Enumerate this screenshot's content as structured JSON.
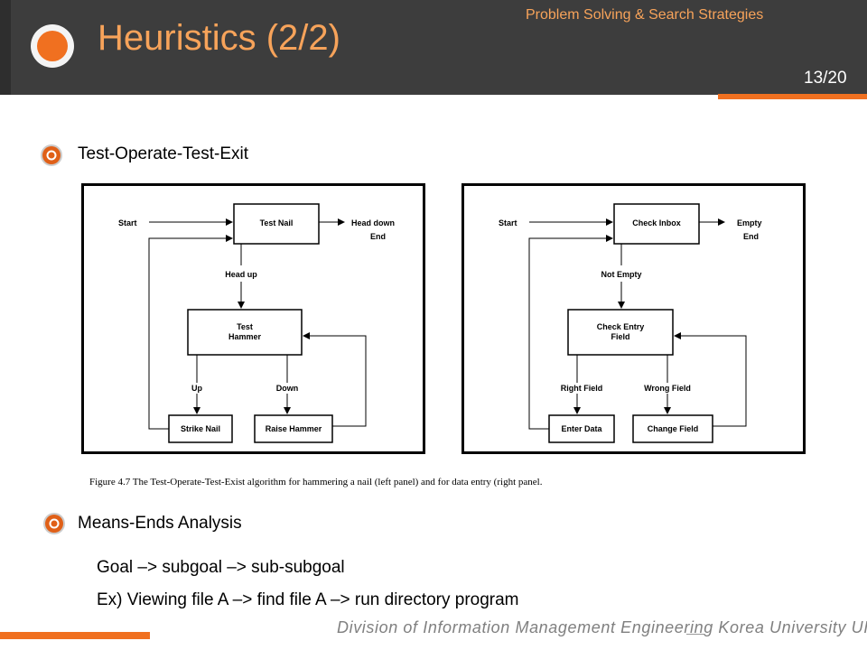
{
  "header": {
    "course": "Problem Solving & Search Strategies",
    "title": "Heuristics (2/2)",
    "page": "13/20",
    "accent_color": "#f07020",
    "title_color": "#f7a35a"
  },
  "section1": {
    "bullet_icon": "bullet-ring-icon",
    "heading": "Test-Operate-Test-Exit",
    "left_panel": {
      "start": "Start",
      "test_nail": "Test Nail",
      "head_down": "Head down",
      "end": "End",
      "head_up": "Head up",
      "test_hammer_1": "Test",
      "test_hammer_2": "Hammer",
      "up": "Up",
      "down": "Down",
      "strike_nail": "Strike Nail",
      "raise_hammer": "Raise Hammer"
    },
    "right_panel": {
      "start": "Start",
      "check_inbox": "Check Inbox",
      "empty": "Empty",
      "end": "End",
      "not_empty": "Not Empty",
      "check_entry_1": "Check Entry",
      "check_entry_2": "Field",
      "right_field": "Right Field",
      "wrong_field": "Wrong Field",
      "enter_data": "Enter Data",
      "change_field": "Change Field"
    },
    "caption": "Figure 4.7  The Test-Operate-Test-Exist algorithm for hammering a nail (left panel) and for data entry (right panel."
  },
  "section2": {
    "bullet_icon": "bullet-ring-icon",
    "heading": "Means-Ends Analysis",
    "line1": "Goal –> subgoal –> sub-subgoal",
    "line2": "Ex)  Viewing file A –> find file A –> run directory program"
  },
  "footer": {
    "text": "Division of Information Management Engineering  Korea University UI Lab."
  }
}
